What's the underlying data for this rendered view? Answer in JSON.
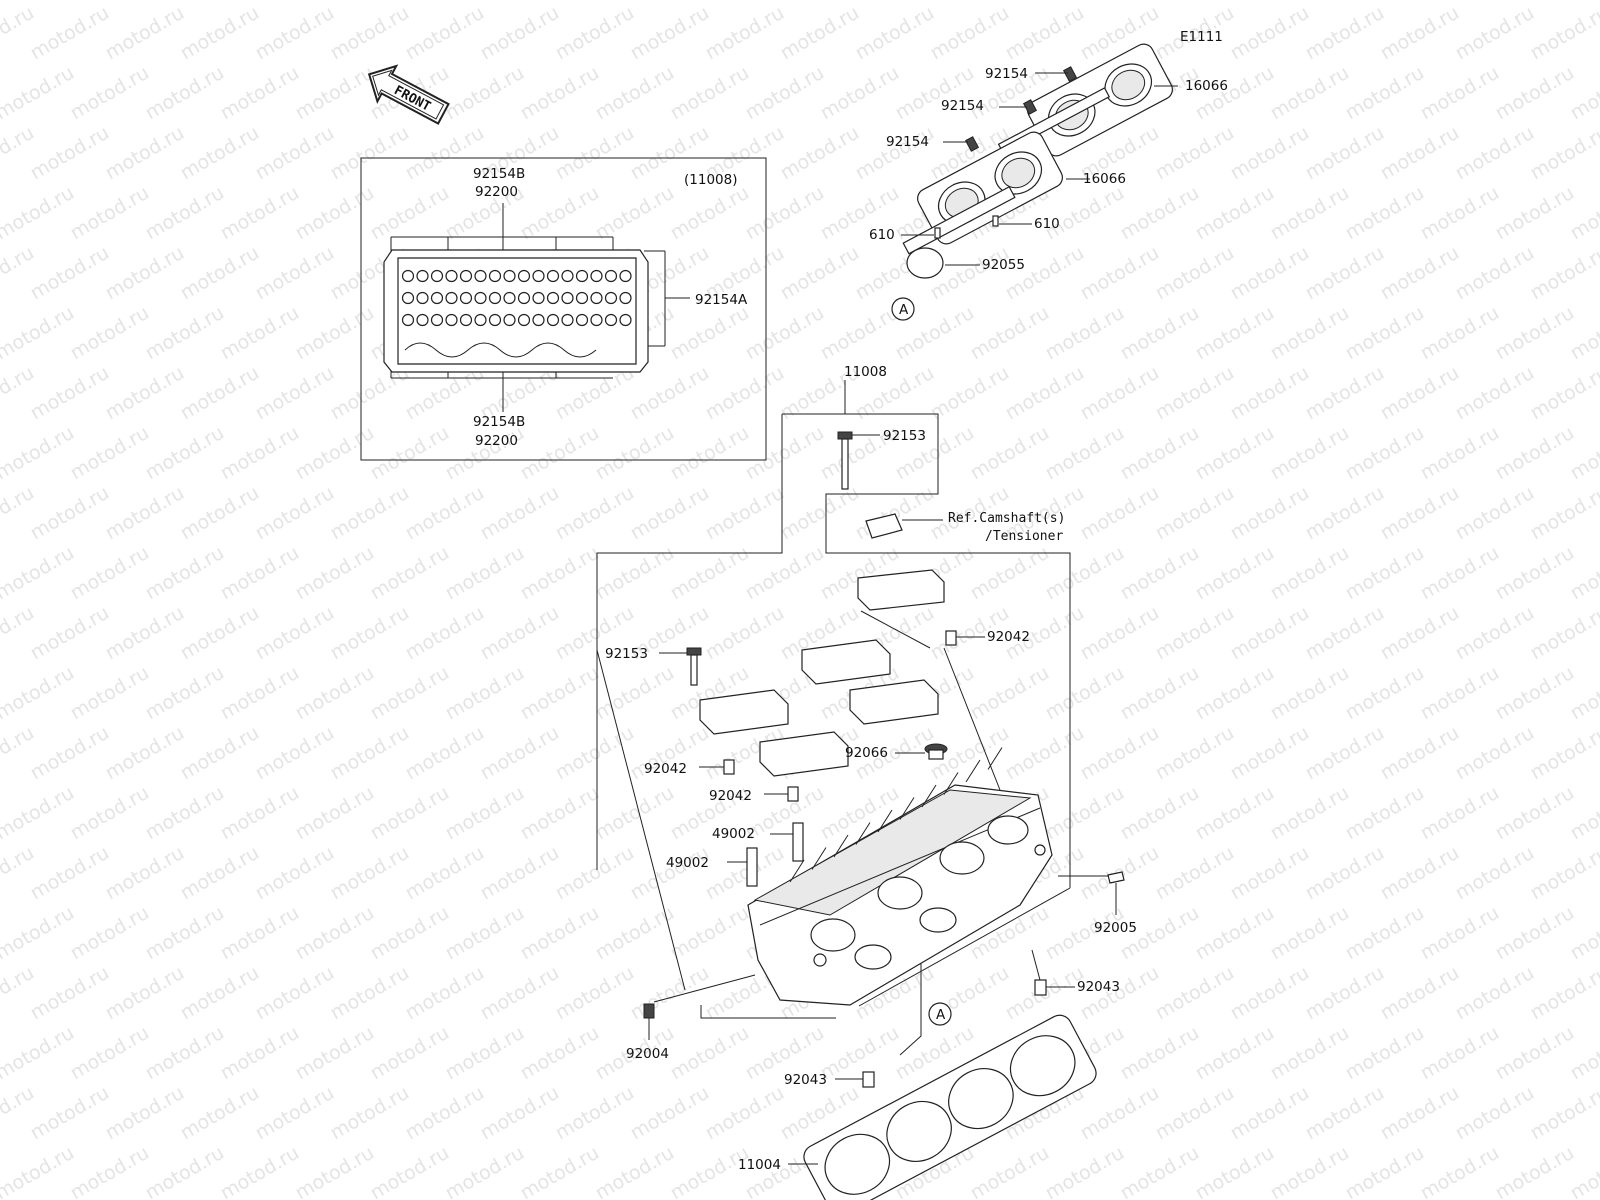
{
  "diagram_id": "E1111",
  "watermark": "motod.ru",
  "front_arrow_label": "FRONT",
  "inset": {
    "ref": "(11008)",
    "labels": {
      "top_a": "92154B",
      "top_b": "92200",
      "right": "92154A",
      "bottom_a": "92154B",
      "bottom_b": "92200"
    }
  },
  "parts": {
    "p92154_1": "92154",
    "p92154_2": "92154",
    "p92154_3": "92154",
    "p16066_1": "16066",
    "p16066_2": "16066",
    "p610_l": "610",
    "p610_r": "610",
    "p92055": "92055",
    "callout_a_top": "A",
    "p11008": "11008",
    "p92153_top": "92153",
    "ref_camshaft": "Ref.Camshaft(s)",
    "ref_tensioner": "/Tensioner",
    "p92042_r": "92042",
    "p92153_l": "92153",
    "p92066": "92066",
    "p92042_l": "92042",
    "p92042_m": "92042",
    "p49002_a": "49002",
    "p49002_b": "49002",
    "p92005": "92005",
    "p92043_r": "92043",
    "callout_a_bottom": "A",
    "p92004": "92004",
    "p92043_b": "92043",
    "p11004": "11004"
  }
}
